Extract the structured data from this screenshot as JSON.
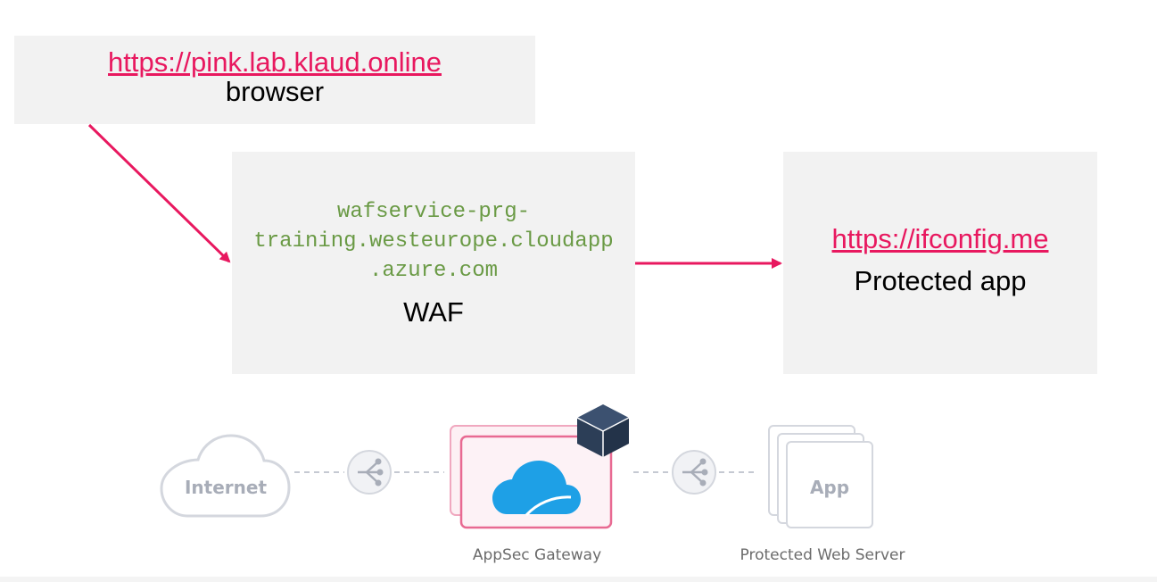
{
  "browser": {
    "url": "https://pink.lab.klaud.online",
    "label": "browser"
  },
  "waf": {
    "host_lines": [
      "wafservice-prg-",
      "training.westeurope.cloudapp",
      ".azure.com"
    ],
    "label": "WAF"
  },
  "protected": {
    "url": "https://ifconfig.me",
    "label": "Protected app"
  },
  "topology": {
    "internet_label": "Internet",
    "gateway_caption": "AppSec Gateway",
    "app_label": "App",
    "webserver_caption": "Protected Web Server"
  },
  "colors": {
    "accent": "#e8185f",
    "box_fill": "#f2f2f2",
    "hostname_text": "#6a9a45",
    "gateway_cloud": "#1ea0e6",
    "cube": "#2c3e57",
    "muted_icon": "#c5c9d2"
  }
}
